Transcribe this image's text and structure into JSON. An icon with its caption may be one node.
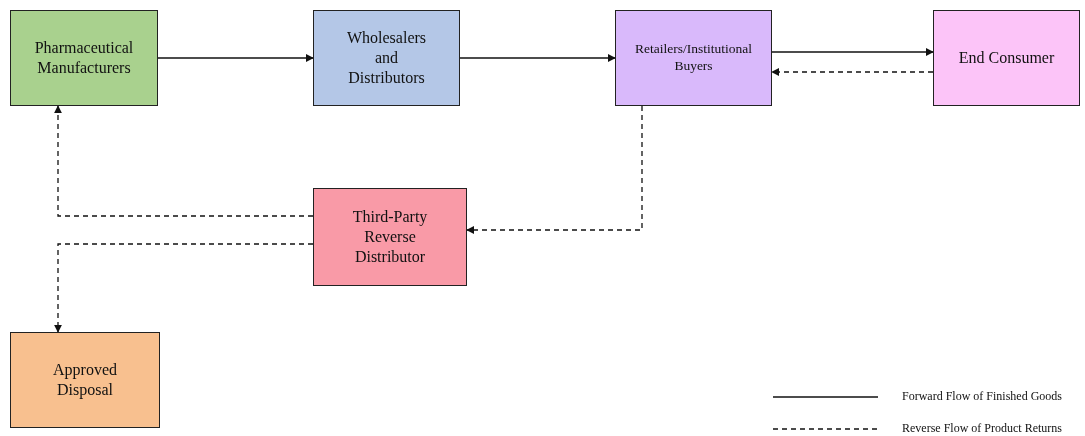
{
  "diagram": {
    "nodes": [
      {
        "text": [
          "Pharmaceutical Manufacturers"
        ]
      },
      {
        "text": [
          "Wholesalers and Distributors"
        ]
      },
      {
        "text": [
          "Retailers/Institutional Buyers"
        ]
      },
      {
        "text": [
          "End Consumer"
        ]
      },
      {
        "text": [
          "Third-Party Reverse Distributor"
        ]
      },
      {
        "text": [
          "Approved Disposal"
        ]
      }
    ],
    "edges": [
      {
        "from": 0,
        "to": 1,
        "arrow": "to"
      },
      {
        "from": 1,
        "to": 2,
        "arrow": "to"
      },
      {
        "from": 2,
        "to": 3,
        "arrow": "to"
      },
      {
        "from": 3,
        "to": 2,
        "arrow": "to",
        "style": "dashed"
      },
      {
        "from": 2,
        "to": 4,
        "arrow": "to",
        "style": "dashed"
      },
      {
        "from": 4,
        "to": 0,
        "arrow": "to",
        "style": "dashed"
      },
      {
        "from": 4,
        "to": 5,
        "arrow": "to",
        "style": "dashed"
      }
    ],
    "legend": [
      {
        "text": "Forward Flow of Finished Goods"
      },
      {
        "text": "Reverse Flow of Product Returns"
      }
    ]
  }
}
